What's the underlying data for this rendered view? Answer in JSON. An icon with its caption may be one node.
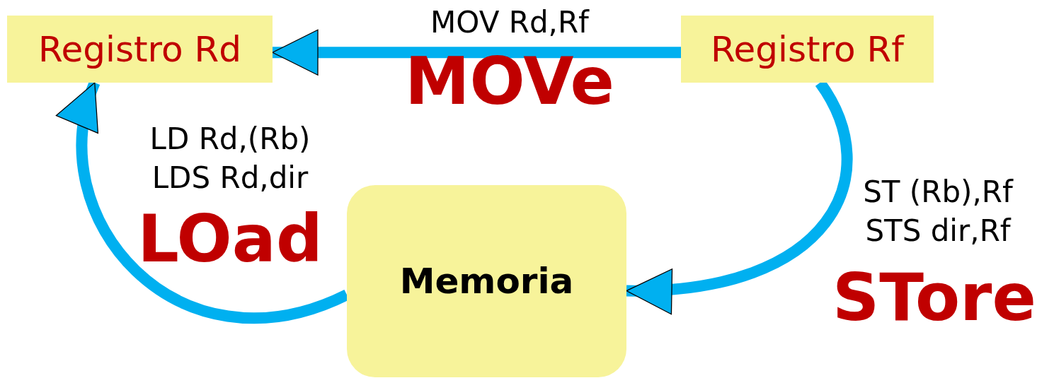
{
  "diagram": {
    "nodes": [
      {
        "text": [
          "Registro Rd"
        ]
      },
      {
        "text": [
          "Registro Rf"
        ]
      },
      {
        "text": [
          "Memoria"
        ]
      }
    ],
    "edges": [
      {
        "from": 1,
        "to": 0,
        "arrow": "to",
        "label": "MOV Rd,Rf"
      },
      {
        "from": 2,
        "to": 0,
        "arrow": "to",
        "label": "LD Rd,(Rb) LDS Rd,dir"
      },
      {
        "from": 1,
        "to": 2,
        "arrow": "to",
        "label": "ST (Rb),Rf STS dir,Rf"
      }
    ],
    "labels": [
      "MOVe",
      "LOad",
      "STore"
    ]
  }
}
